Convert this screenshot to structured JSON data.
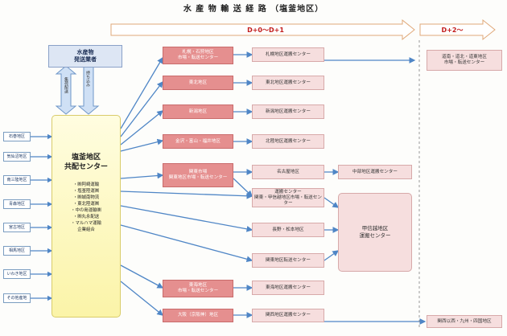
{
  "title": "水 産 物 輸 送 経 路 （塩釜地区）",
  "bands": {
    "first": "D+0〜D+1",
    "second": "D+2〜"
  },
  "shipper": "水産物\n発送業者",
  "arrow_labels": {
    "left": "集荷配送",
    "right": "持ち込み"
  },
  "hub": {
    "name": "塩釜地区\n共配センター",
    "members": "・㈱阿崎運輸\n・塩釜陸運㈱\n・㈱城南物流\n・東北陸運㈱\n・中の島運輸㈱\n・㈱丸永配送\n・マルハマ運輸\n企業組合"
  },
  "origins": [
    "石巻地区",
    "気仙沼地区",
    "南三陸地区",
    "青森地区",
    "宮古地区",
    "相馬地区",
    "いわき地区",
    "その他産地"
  ],
  "regions": [
    "札幌・石狩地区\n市場・転送センター",
    "東北地区",
    "新潟地区",
    "金沢・富山・福井地区",
    "関東市場\n関東地区市場・転送センター",
    "東海地区\n市場・転送センター",
    "大阪（京阪神）地区"
  ],
  "centers": [
    "札幌地区運搬センター",
    "東北地区運搬センター",
    "新潟地区運搬センター",
    "北陸地区運搬センター",
    "名古屋地区",
    "運搬センター\n関東・甲信越地区市場・転送センター",
    "長野・松本地区",
    "関東地区転送センター",
    "東海地区運搬センター",
    "関西地区運搬センター"
  ],
  "chubu": "中部地区運搬センター",
  "koshinetsu": "甲信越地区\n運搬センター",
  "far": {
    "top": "道南・道北・道東地区\n市場・転送センター",
    "bottom": "関西以西・九州・四国地区"
  }
}
